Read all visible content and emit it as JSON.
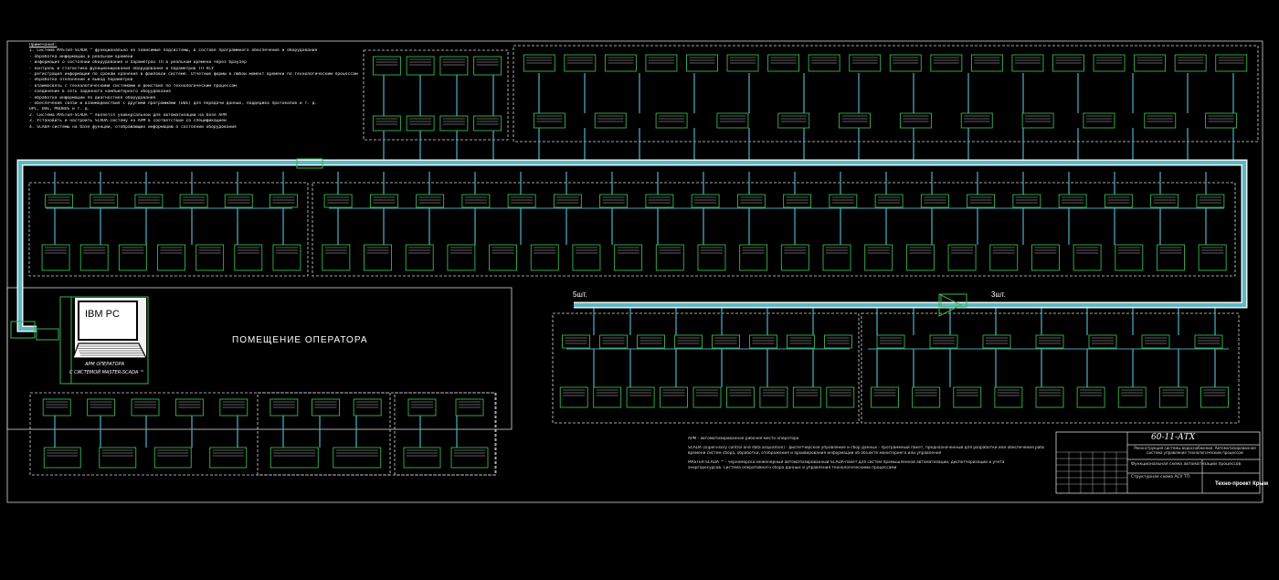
{
  "colors": {
    "background": "#000000",
    "lines": "#d8d8d8",
    "bus": "#5fb8c2",
    "bus_outline": "#e6f6f8",
    "device_boxes": "#37b552",
    "link_lines": "#4aa3b8"
  },
  "notes": {
    "heading": "Примечания:",
    "lines": [
      "1. Система MASTER-SCADA ™ функционально не зависимые подсистемы, в составе программного обеспечения и оборудования",
      "- обработка информации в реальном времени",
      "- информация о состоянии оборудования и параметрах ТП в реальном времени через браузер",
      "- контроль и статистика функционирования оборудования и параметров ТП АСУ",
      "- регистрация информации по срокам хранения в файловой системе. Отчетные формы в любой момент времени по технологическим процессам",
      "- обработка отклонений и вывод параметров",
      "- взаимосвязь с технологическими системами и действия по технологическим процессам",
      "- соединение в сеть заданного компьютерного оборудования",
      "- обработка информации по диагностике оборудования",
      "- обеспечение связи и взаимодействия с другими программами (DDE) для передачи данных, поддержка протоколов и т. д.",
      "  ОРС, DDE, MODBUS и т. д.",
      "2. Система MASTER-SCADA ™ является универсальной для автоматизации на базе АРМ",
      "3. Установить и настроить SCADA-систему на АРМ в соответствии со спецификацией",
      "4. SCADA-системы на базе функций, отображающих информацию о состоянии оборудования"
    ]
  },
  "operator_room": {
    "pc_label": "IBM PC",
    "room_title": "ПОМЕЩЕНИЕ ОПЕРАТОРА",
    "workstation_line1": "АРМ ОПЕРАТОРА",
    "workstation_line2": "С СИСТЕМОЙ MASTER-SCADA ™"
  },
  "lower_bus": {
    "left_count": "5шт.",
    "right_count": "3шт."
  },
  "legend": {
    "lines": [
      "АРМ - автоматизированное рабочее место оператора",
      "SCADA (supervisory control and data acquisition) - диспетчерское управление и сбор данных - программный пакет, предназначенный для разработки или обеспечения работы в реальном",
      "времени систем сбора, обработки, отображения и архивирования информации об объекте мониторинга или управления",
      "MASTER-SCADA ™ - черноморско-инженерный автоматизированный SCADA-пакет для систем промышленной автоматизации, диспетчеризации и учета",
      "энергоресурсов. Система оперативного сбора данных и управления технологическими процессами"
    ]
  },
  "title_block": {
    "code": "60-11-АТХ",
    "description": "Реконструкция системы водоснабжения. Автоматизированная система управления технологическим процессом",
    "title": "Функциональная схема автоматизации процессов",
    "sheet_title": "Структурная схема АСУ ТП",
    "company": "Техно-проект Крым"
  }
}
